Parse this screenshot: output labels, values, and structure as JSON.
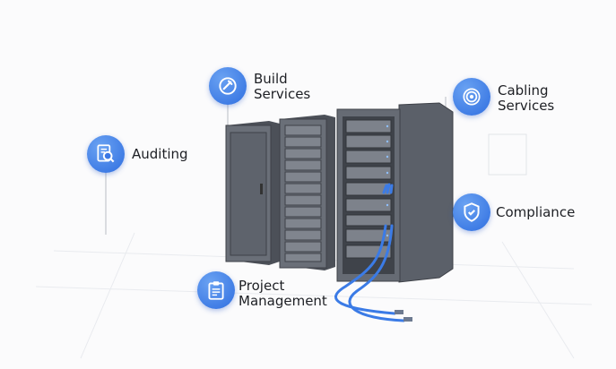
{
  "services": {
    "build": {
      "line1": "Build",
      "line2": "Services"
    },
    "auditing": {
      "label": "Auditing"
    },
    "cabling": {
      "line1": "Cabling",
      "line2": "Services"
    },
    "compliance": {
      "label": "Compliance"
    },
    "project": {
      "line1": "Project",
      "line2": "Management"
    }
  },
  "colors": {
    "accent": "#2f6ee0",
    "rack": "#5b6069",
    "cable": "#3b7be6"
  }
}
